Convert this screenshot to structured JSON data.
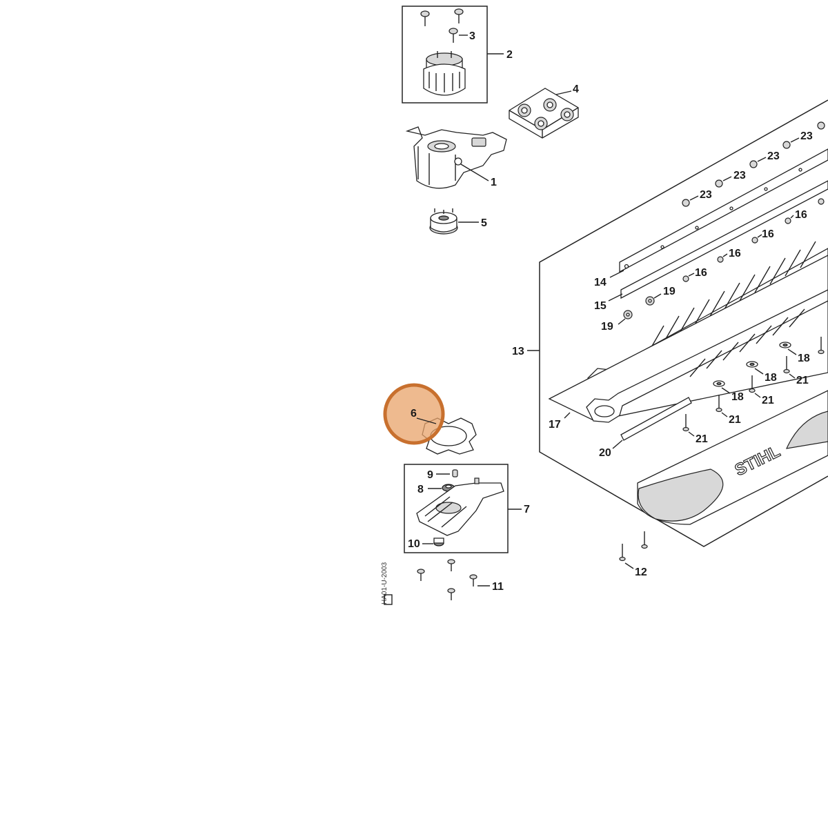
{
  "diagram": {
    "callouts": {
      "c1": "1",
      "c2": "2",
      "c3": "3",
      "c4": "4",
      "c5": "5",
      "c6": "6",
      "c7": "7",
      "c8": "8",
      "c9": "9",
      "c10": "10",
      "c11": "11",
      "c12": "12",
      "c13": "13",
      "c14": "14",
      "c15": "15",
      "c16": "16",
      "c17": "17",
      "c18": "18",
      "c19": "19",
      "c20": "20",
      "c21": "21",
      "c23": "23"
    },
    "brand": "STIHL",
    "side_code": "HA01-U-2003",
    "highlight": {
      "part": "6",
      "color": "#e8a36a",
      "border": "#c8702e"
    }
  }
}
